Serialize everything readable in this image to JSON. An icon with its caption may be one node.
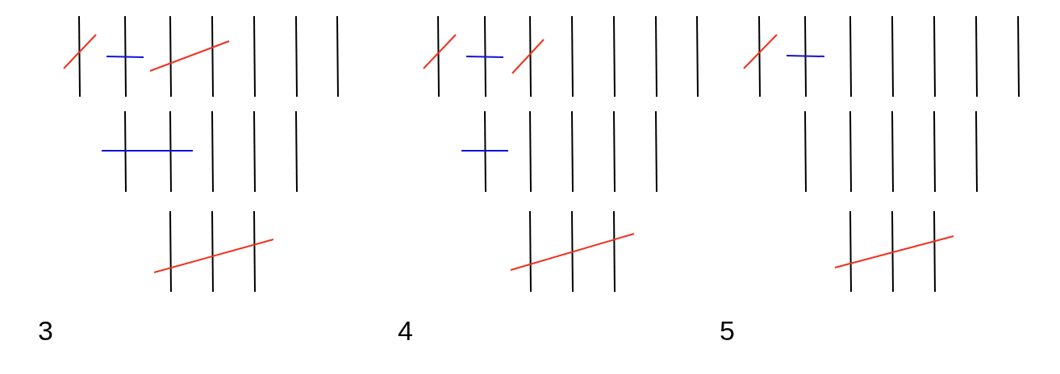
{
  "diagram": {
    "labels": [
      "3",
      "4",
      "5"
    ]
  }
}
